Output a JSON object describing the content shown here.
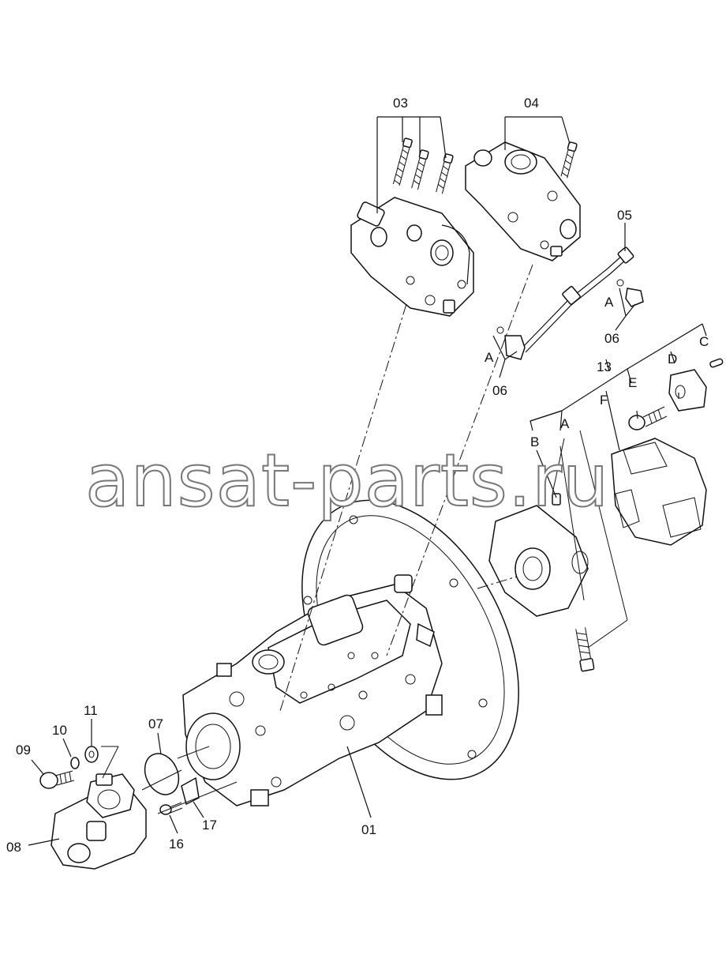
{
  "watermark": "ansat-parts.ru",
  "labels": {
    "p01": "01",
    "p03": "03",
    "p04": "04",
    "p05": "05",
    "p06a": "06",
    "p06b": "06",
    "p07": "07",
    "p08": "08",
    "p09": "09",
    "p10": "10",
    "p11": "11",
    "p13": "13",
    "p16": "16",
    "p17": "17",
    "a1": "A",
    "a2": "A",
    "a3": "A",
    "b": "B",
    "c": "C",
    "d": "D",
    "e": "E",
    "f": "F"
  }
}
